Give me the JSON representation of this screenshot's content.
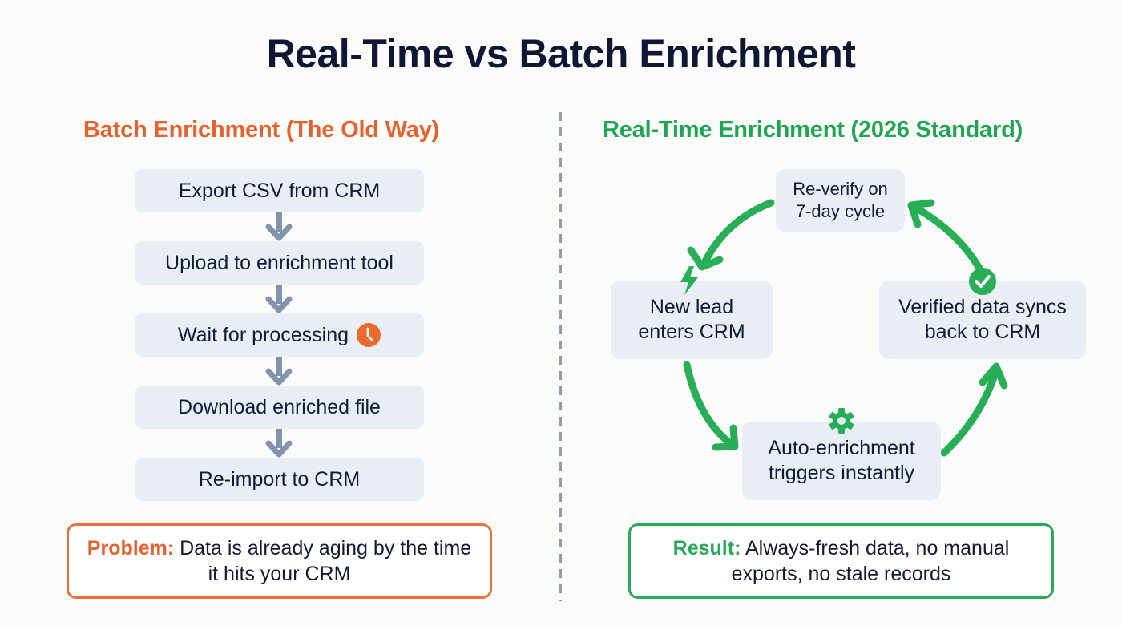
{
  "title": "Real-Time vs Batch Enrichment",
  "colors": {
    "batch_accent": "#e8602c",
    "realtime_accent": "#1fa653",
    "box_fill": "#e9edf4",
    "arrow_gray": "#8294ad",
    "title_text": "#101735"
  },
  "batch": {
    "heading": "Batch Enrichment (The Old Way)",
    "steps": [
      {
        "label": "Export CSV from CRM"
      },
      {
        "label": "Upload to enrichment tool"
      },
      {
        "label": "Wait for processing",
        "icon": "clock-icon"
      },
      {
        "label": "Download enriched file"
      },
      {
        "label": "Re-import to CRM"
      }
    ],
    "callout": {
      "lead": "Problem:",
      "text": " Data is already aging by the time it hits your CRM"
    }
  },
  "realtime": {
    "heading": "Real-Time Enrichment (2026 Standard)",
    "cycle": [
      {
        "label": "New lead enters CRM",
        "icon": "lightning-icon"
      },
      {
        "label": "Auto-enrichment triggers instantly",
        "icon": "gear-icon"
      },
      {
        "label": "Verified data syncs back to CRM",
        "icon": "check-circle-icon"
      },
      {
        "label": "Re-verify on 7-day cycle"
      }
    ],
    "callout": {
      "lead": "Result:",
      "text": " Always-fresh data, no manual exports, no stale records"
    }
  }
}
